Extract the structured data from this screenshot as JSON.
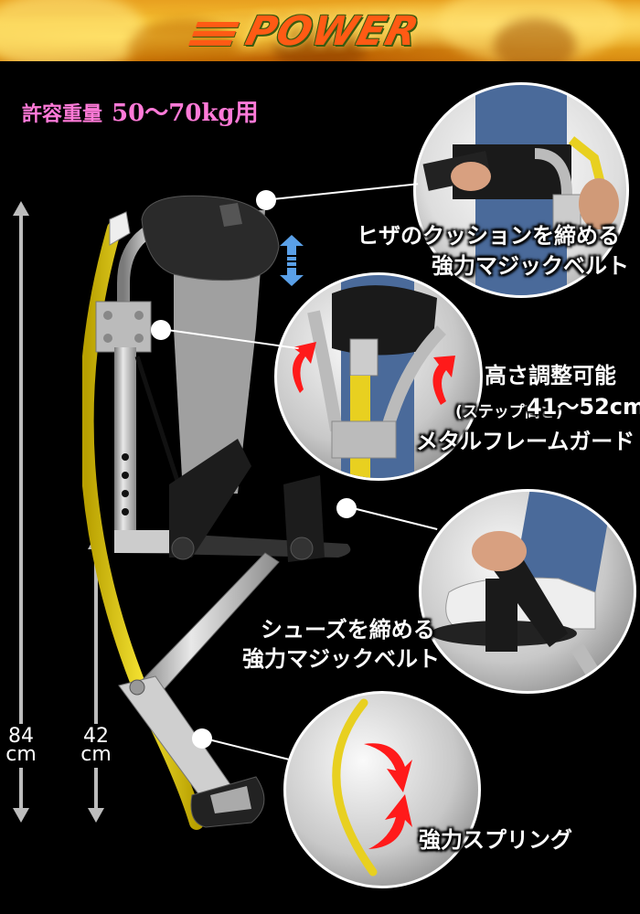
{
  "header": {
    "banner_text": "POWER",
    "colors": {
      "fire": "#f5c030",
      "text": "#ff5a14",
      "outline": "#3a5a10"
    }
  },
  "weight": {
    "label": "許容重量",
    "value": "50〜70kg用",
    "color": "#ff7ad8"
  },
  "measurements": {
    "total_height": {
      "value": "84",
      "unit": "cm"
    },
    "step_height": {
      "value": "42",
      "unit": "cm"
    }
  },
  "callouts": [
    {
      "id": "knee-belt",
      "lines": [
        "ヒザのクッションを締める",
        "強力マジックベルト"
      ]
    },
    {
      "id": "frame-guard",
      "lines": [
        "高さ調整可能",
        "(ステップ高さ)",
        "41〜52cm",
        "メタルフレームガード"
      ]
    },
    {
      "id": "shoe-belt",
      "lines": [
        "シューズを締める",
        "強力マジックベルト"
      ]
    },
    {
      "id": "spring",
      "lines": [
        "強力スプリング"
      ]
    }
  ],
  "icons": {
    "adjust_arrow": "double-arrow-vertical",
    "adjust_arrow_color": "#5aa0e8",
    "callout_arrows_color": "#ff1a1a",
    "spring_color": "#e8d020"
  }
}
